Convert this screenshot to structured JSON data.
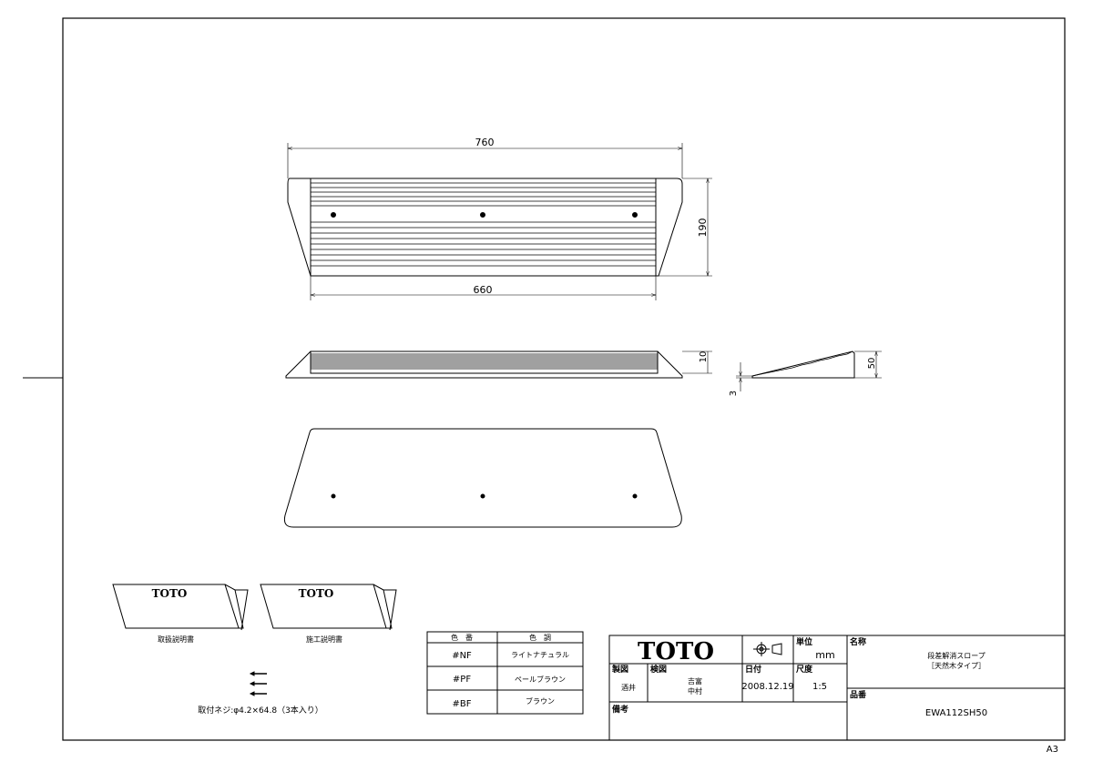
{
  "dimensions": {
    "top_width": "760",
    "height": "190",
    "bottom_width": "660",
    "thickness_small": "10",
    "side_height": "50",
    "side_edge": "3"
  },
  "manuals": {
    "logo": "TOTO",
    "instruction_label": "取扱説明書",
    "installation_label": "施工説明書"
  },
  "screws_note": "取付ネジ:φ4.2×64.8（3本入り）",
  "color_table": {
    "header_code": "色　番",
    "header_tone": "色　調",
    "rows": [
      {
        "code": "#NF",
        "tone": "ライトナチュラル"
      },
      {
        "code": "#PF",
        "tone": "ペールブラウン"
      },
      {
        "code": "#BF",
        "tone": "ブラウン"
      }
    ]
  },
  "title_block": {
    "logo": "TOTO",
    "unit_label": "単位",
    "unit_value": "mm",
    "name_label": "名称",
    "name_line1": "段差解消スロープ",
    "name_line2": "［天然木タイプ］",
    "drawn_label": "製図",
    "drawn_value": "酒井",
    "checked_label": "検図",
    "checked_value1": "吉富",
    "checked_value2": "中村",
    "date_label": "日付",
    "date_value": "2008.12.19",
    "scale_label": "尺度",
    "scale_value": "1:5",
    "part_no_label": "品番",
    "part_no_value": "EWA112SH50",
    "remarks_label": "備考"
  },
  "sheet_size": "A3"
}
